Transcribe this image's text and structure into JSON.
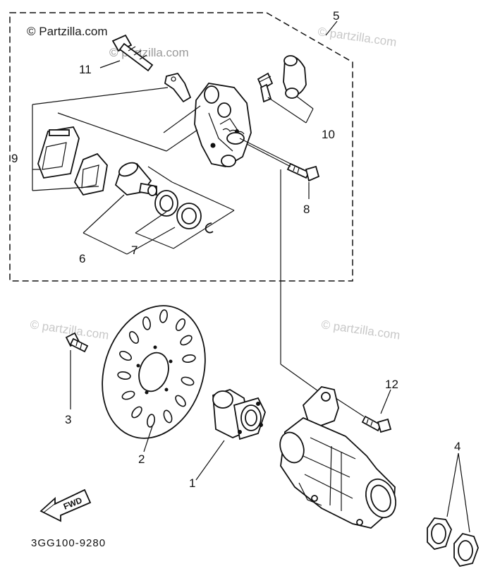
{
  "watermark": {
    "main": "© Partzilla.com",
    "faint": [
      "© partzilla.com",
      "© partzilla.com",
      "© partzilla.com",
      "© partzilla.com"
    ],
    "main_color": "#1a1a1a",
    "faint_color": "#c8c8c8"
  },
  "callouts": {
    "c1": "1",
    "c2": "2",
    "c3": "3",
    "c4": "4",
    "c5": "5",
    "c6": "6",
    "c7": "7",
    "c8": "8",
    "c9": "9",
    "c10": "10",
    "c11": "11",
    "c12": "12"
  },
  "direction_arrow": "FWD",
  "diagram_code": "3GG100-9280",
  "line_color": "#111111"
}
